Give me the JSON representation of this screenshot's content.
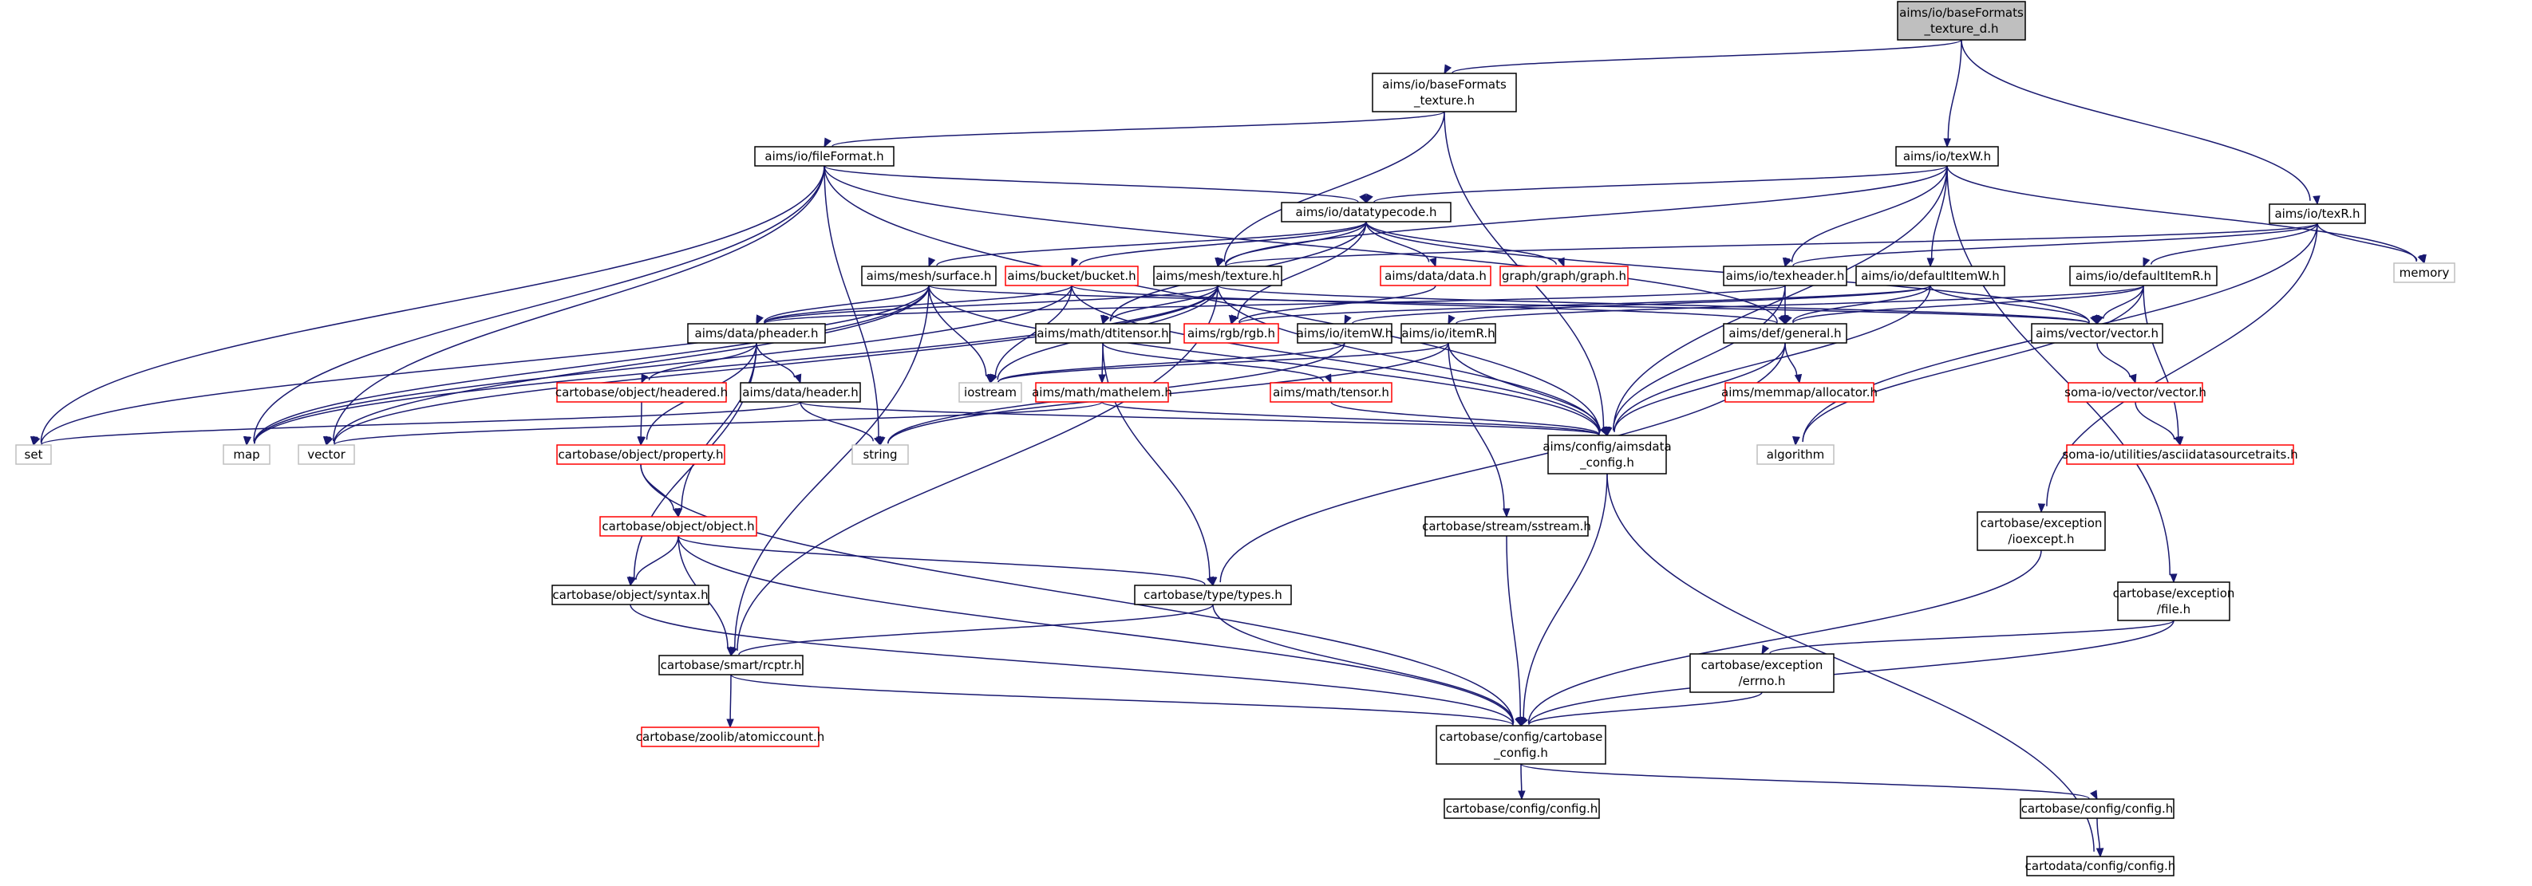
{
  "colors": {
    "edge": "#191970",
    "root_fill": "#bfbfbf",
    "normal_border": "#000000",
    "missing_border": "#ff0000",
    "external_border": "#bfbfbf"
  },
  "nodes": [
    {
      "id": "root",
      "lines": [
        "aims/io/baseFormats",
        "_texture_d.h"
      ],
      "kind": "root"
    },
    {
      "id": "bft",
      "lines": [
        "aims/io/baseFormats",
        "_texture.h"
      ],
      "kind": "normal"
    },
    {
      "id": "ff",
      "lines": [
        "aims/io/fileFormat.h"
      ],
      "kind": "normal"
    },
    {
      "id": "texW",
      "lines": [
        "aims/io/texW.h"
      ],
      "kind": "normal"
    },
    {
      "id": "texR",
      "lines": [
        "aims/io/texR.h"
      ],
      "kind": "normal"
    },
    {
      "id": "dtc",
      "lines": [
        "aims/io/datatypecode.h"
      ],
      "kind": "normal"
    },
    {
      "id": "memory",
      "lines": [
        "memory"
      ],
      "kind": "external"
    },
    {
      "id": "surface",
      "lines": [
        "aims/mesh/surface.h"
      ],
      "kind": "normal"
    },
    {
      "id": "bucket",
      "lines": [
        "aims/bucket/bucket.h"
      ],
      "kind": "missing"
    },
    {
      "id": "texture",
      "lines": [
        "aims/mesh/texture.h"
      ],
      "kind": "normal"
    },
    {
      "id": "datah",
      "lines": [
        "aims/data/data.h"
      ],
      "kind": "missing"
    },
    {
      "id": "graph",
      "lines": [
        "graph/graph/graph.h"
      ],
      "kind": "missing"
    },
    {
      "id": "texheader",
      "lines": [
        "aims/io/texheader.h"
      ],
      "kind": "normal"
    },
    {
      "id": "ditemW",
      "lines": [
        "aims/io/defaultItemW.h"
      ],
      "kind": "normal"
    },
    {
      "id": "ditemR",
      "lines": [
        "aims/io/defaultItemR.h"
      ],
      "kind": "normal"
    },
    {
      "id": "pheader",
      "lines": [
        "aims/data/pheader.h"
      ],
      "kind": "normal"
    },
    {
      "id": "dtensor",
      "lines": [
        "aims/math/dtitensor.h"
      ],
      "kind": "normal"
    },
    {
      "id": "rgb",
      "lines": [
        "aims/rgb/rgb.h"
      ],
      "kind": "missing"
    },
    {
      "id": "itemW",
      "lines": [
        "aims/io/itemW.h"
      ],
      "kind": "normal"
    },
    {
      "id": "itemR",
      "lines": [
        "aims/io/itemR.h"
      ],
      "kind": "normal"
    },
    {
      "id": "general",
      "lines": [
        "aims/def/general.h"
      ],
      "kind": "normal"
    },
    {
      "id": "vectorh",
      "lines": [
        "aims/vector/vector.h"
      ],
      "kind": "normal"
    },
    {
      "id": "headered",
      "lines": [
        "cartobase/object/headered.h"
      ],
      "kind": "missing"
    },
    {
      "id": "header",
      "lines": [
        "aims/data/header.h"
      ],
      "kind": "normal"
    },
    {
      "id": "iostream",
      "lines": [
        "iostream"
      ],
      "kind": "external"
    },
    {
      "id": "mathelem",
      "lines": [
        "aims/math/mathelem.h"
      ],
      "kind": "missing"
    },
    {
      "id": "tensor",
      "lines": [
        "aims/math/tensor.h"
      ],
      "kind": "missing"
    },
    {
      "id": "allocator",
      "lines": [
        "aims/memmap/allocator.h"
      ],
      "kind": "missing"
    },
    {
      "id": "somavec",
      "lines": [
        "soma-io/vector/vector.h"
      ],
      "kind": "missing"
    },
    {
      "id": "set",
      "lines": [
        "set"
      ],
      "kind": "external"
    },
    {
      "id": "map",
      "lines": [
        "map"
      ],
      "kind": "external"
    },
    {
      "id": "vector",
      "lines": [
        "vector"
      ],
      "kind": "external"
    },
    {
      "id": "property",
      "lines": [
        "cartobase/object/property.h"
      ],
      "kind": "missing"
    },
    {
      "id": "string",
      "lines": [
        "string"
      ],
      "kind": "external"
    },
    {
      "id": "aimsdata",
      "lines": [
        "aims/config/aimsdata",
        "_config.h"
      ],
      "kind": "normal"
    },
    {
      "id": "algorithm",
      "lines": [
        "algorithm"
      ],
      "kind": "external"
    },
    {
      "id": "ascii",
      "lines": [
        "soma-io/utilities/asciidatasourcetraits.h"
      ],
      "kind": "missing"
    },
    {
      "id": "object",
      "lines": [
        "cartobase/object/object.h"
      ],
      "kind": "missing"
    },
    {
      "id": "sstream",
      "lines": [
        "cartobase/stream/sstream.h"
      ],
      "kind": "normal"
    },
    {
      "id": "ioexcept",
      "lines": [
        "cartobase/exception",
        "/ioexcept.h"
      ],
      "kind": "normal"
    },
    {
      "id": "syntax",
      "lines": [
        "cartobase/object/syntax.h"
      ],
      "kind": "normal"
    },
    {
      "id": "types",
      "lines": [
        "cartobase/type/types.h"
      ],
      "kind": "normal"
    },
    {
      "id": "file",
      "lines": [
        "cartobase/exception",
        "/file.h"
      ],
      "kind": "normal"
    },
    {
      "id": "rcptr",
      "lines": [
        "cartobase/smart/rcptr.h"
      ],
      "kind": "normal"
    },
    {
      "id": "errno",
      "lines": [
        "cartobase/exception",
        "/errno.h"
      ],
      "kind": "normal"
    },
    {
      "id": "atomic",
      "lines": [
        "cartobase/zoolib/atomiccount.h"
      ],
      "kind": "missing"
    },
    {
      "id": "cbconfig",
      "lines": [
        "cartobase/config/cartobase",
        "_config.h"
      ],
      "kind": "normal"
    },
    {
      "id": "cbconfigh",
      "lines": [
        "cartobase/config/config.h"
      ],
      "kind": "normal"
    },
    {
      "id": "cbconfigh2",
      "lines": [
        "cartobase/config/config.h"
      ],
      "kind": "normal"
    },
    {
      "id": "cdconfig",
      "lines": [
        "cartodata/config/config.h"
      ],
      "kind": "normal"
    }
  ],
  "edges": [
    [
      "root",
      "bft"
    ],
    [
      "root",
      "texW"
    ],
    [
      "root",
      "texR"
    ],
    [
      "bft",
      "ff"
    ],
    [
      "bft",
      "texture"
    ],
    [
      "bft",
      "aimsdata"
    ],
    [
      "ff",
      "dtc"
    ],
    [
      "ff",
      "general"
    ],
    [
      "ff",
      "set"
    ],
    [
      "ff",
      "map"
    ],
    [
      "ff",
      "vector"
    ],
    [
      "ff",
      "string"
    ],
    [
      "ff",
      "aimsdata"
    ],
    [
      "texW",
      "dtc"
    ],
    [
      "texW",
      "texture"
    ],
    [
      "texW",
      "texheader"
    ],
    [
      "texW",
      "ditemW"
    ],
    [
      "texW",
      "memory"
    ],
    [
      "texW",
      "aimsdata"
    ],
    [
      "texW",
      "file"
    ],
    [
      "texR",
      "texture"
    ],
    [
      "texR",
      "texheader"
    ],
    [
      "texR",
      "ditemR"
    ],
    [
      "texR",
      "memory"
    ],
    [
      "texR",
      "ioexcept"
    ],
    [
      "texR",
      "algorithm"
    ],
    [
      "dtc",
      "surface"
    ],
    [
      "dtc",
      "bucket"
    ],
    [
      "dtc",
      "texture"
    ],
    [
      "dtc",
      "datah"
    ],
    [
      "dtc",
      "graph"
    ],
    [
      "dtc",
      "rgb"
    ],
    [
      "dtc",
      "dtensor"
    ],
    [
      "dtc",
      "vectorh"
    ],
    [
      "surface",
      "pheader"
    ],
    [
      "surface",
      "vectorh"
    ],
    [
      "surface",
      "map"
    ],
    [
      "surface",
      "vector"
    ],
    [
      "surface",
      "set"
    ],
    [
      "surface",
      "iostream"
    ],
    [
      "surface",
      "rcptr"
    ],
    [
      "surface",
      "aimsdata"
    ],
    [
      "bucket",
      "pheader"
    ],
    [
      "bucket",
      "general"
    ],
    [
      "bucket",
      "iostream"
    ],
    [
      "bucket",
      "map"
    ],
    [
      "bucket",
      "aimsdata"
    ],
    [
      "texture",
      "pheader"
    ],
    [
      "texture",
      "vectorh"
    ],
    [
      "texture",
      "dtensor"
    ],
    [
      "texture",
      "map"
    ],
    [
      "texture",
      "vector"
    ],
    [
      "texture",
      "iostream"
    ],
    [
      "texture",
      "aimsdata"
    ],
    [
      "texture",
      "rcptr"
    ],
    [
      "datah",
      "rgb"
    ],
    [
      "texheader",
      "pheader"
    ],
    [
      "texheader",
      "general"
    ],
    [
      "texheader",
      "aimsdata"
    ],
    [
      "ditemW",
      "itemW"
    ],
    [
      "ditemW",
      "general"
    ],
    [
      "ditemW",
      "vectorh"
    ],
    [
      "ditemW",
      "rgb"
    ],
    [
      "ditemW",
      "aimsdata"
    ],
    [
      "ditemR",
      "itemR"
    ],
    [
      "ditemR",
      "general"
    ],
    [
      "ditemR",
      "vectorh"
    ],
    [
      "ditemR",
      "ascii"
    ],
    [
      "ditemR",
      "algorithm"
    ],
    [
      "pheader",
      "header"
    ],
    [
      "pheader",
      "headered"
    ],
    [
      "pheader",
      "property"
    ],
    [
      "pheader",
      "object"
    ],
    [
      "pheader",
      "syntax"
    ],
    [
      "dtensor",
      "mathelem"
    ],
    [
      "dtensor",
      "tensor"
    ],
    [
      "dtensor",
      "types"
    ],
    [
      "itemW",
      "iostream"
    ],
    [
      "itemW",
      "string"
    ],
    [
      "itemR",
      "iostream"
    ],
    [
      "itemR",
      "string"
    ],
    [
      "itemR",
      "sstream"
    ],
    [
      "itemR",
      "aimsdata"
    ],
    [
      "general",
      "allocator"
    ],
    [
      "general",
      "types"
    ],
    [
      "general",
      "aimsdata"
    ],
    [
      "vectorh",
      "somavec"
    ],
    [
      "somavec",
      "ascii"
    ],
    [
      "headered",
      "property"
    ],
    [
      "header",
      "string"
    ],
    [
      "header",
      "set"
    ],
    [
      "header",
      "aimsdata"
    ],
    [
      "mathelem",
      "vector"
    ],
    [
      "mathelem",
      "aimsdata"
    ],
    [
      "tensor",
      "aimsdata"
    ],
    [
      "property",
      "object"
    ],
    [
      "property",
      "cbconfig"
    ],
    [
      "aimsdata",
      "cbconfig"
    ],
    [
      "aimsdata",
      "cdconfig"
    ],
    [
      "object",
      "syntax"
    ],
    [
      "object",
      "types"
    ],
    [
      "object",
      "rcptr"
    ],
    [
      "object",
      "cbconfig"
    ],
    [
      "sstream",
      "cbconfig"
    ],
    [
      "ioexcept",
      "cbconfig"
    ],
    [
      "syntax",
      "cbconfig"
    ],
    [
      "types",
      "rcptr"
    ],
    [
      "types",
      "cbconfig"
    ],
    [
      "file",
      "errno"
    ],
    [
      "file",
      "cbconfig"
    ],
    [
      "errno",
      "cbconfig"
    ],
    [
      "rcptr",
      "atomic"
    ],
    [
      "rcptr",
      "cbconfig"
    ],
    [
      "cbconfig",
      "cbconfigh"
    ],
    [
      "cbconfig",
      "cbconfigh2"
    ],
    [
      "cbconfigh2",
      "cdconfig"
    ]
  ]
}
